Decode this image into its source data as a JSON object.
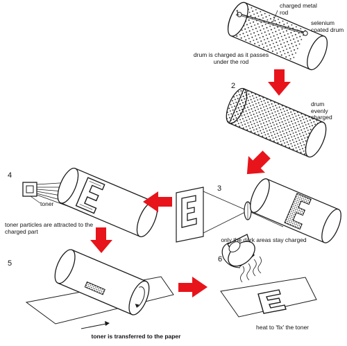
{
  "steps": [
    {
      "number": "1",
      "labels": [
        "charged metal rod",
        "selenium coated drum",
        "drum is charged as it passes under the rod"
      ]
    },
    {
      "number": "2",
      "labels": [
        "drum evenly charged"
      ]
    },
    {
      "number": "3",
      "labels": [
        "only the dark areas stay charged"
      ]
    },
    {
      "number": "4",
      "labels": [
        "toner",
        "toner particles are attracted to the charged part"
      ]
    },
    {
      "number": "5",
      "labels": [
        "toner is transferred to the paper"
      ]
    },
    {
      "number": "6",
      "labels": [
        "heat to 'fix' the toner"
      ]
    }
  ],
  "letter": "E",
  "colors": {
    "arrow": "#e8141b",
    "line": "#1a1a1a",
    "dots": "#2a2a2a"
  }
}
